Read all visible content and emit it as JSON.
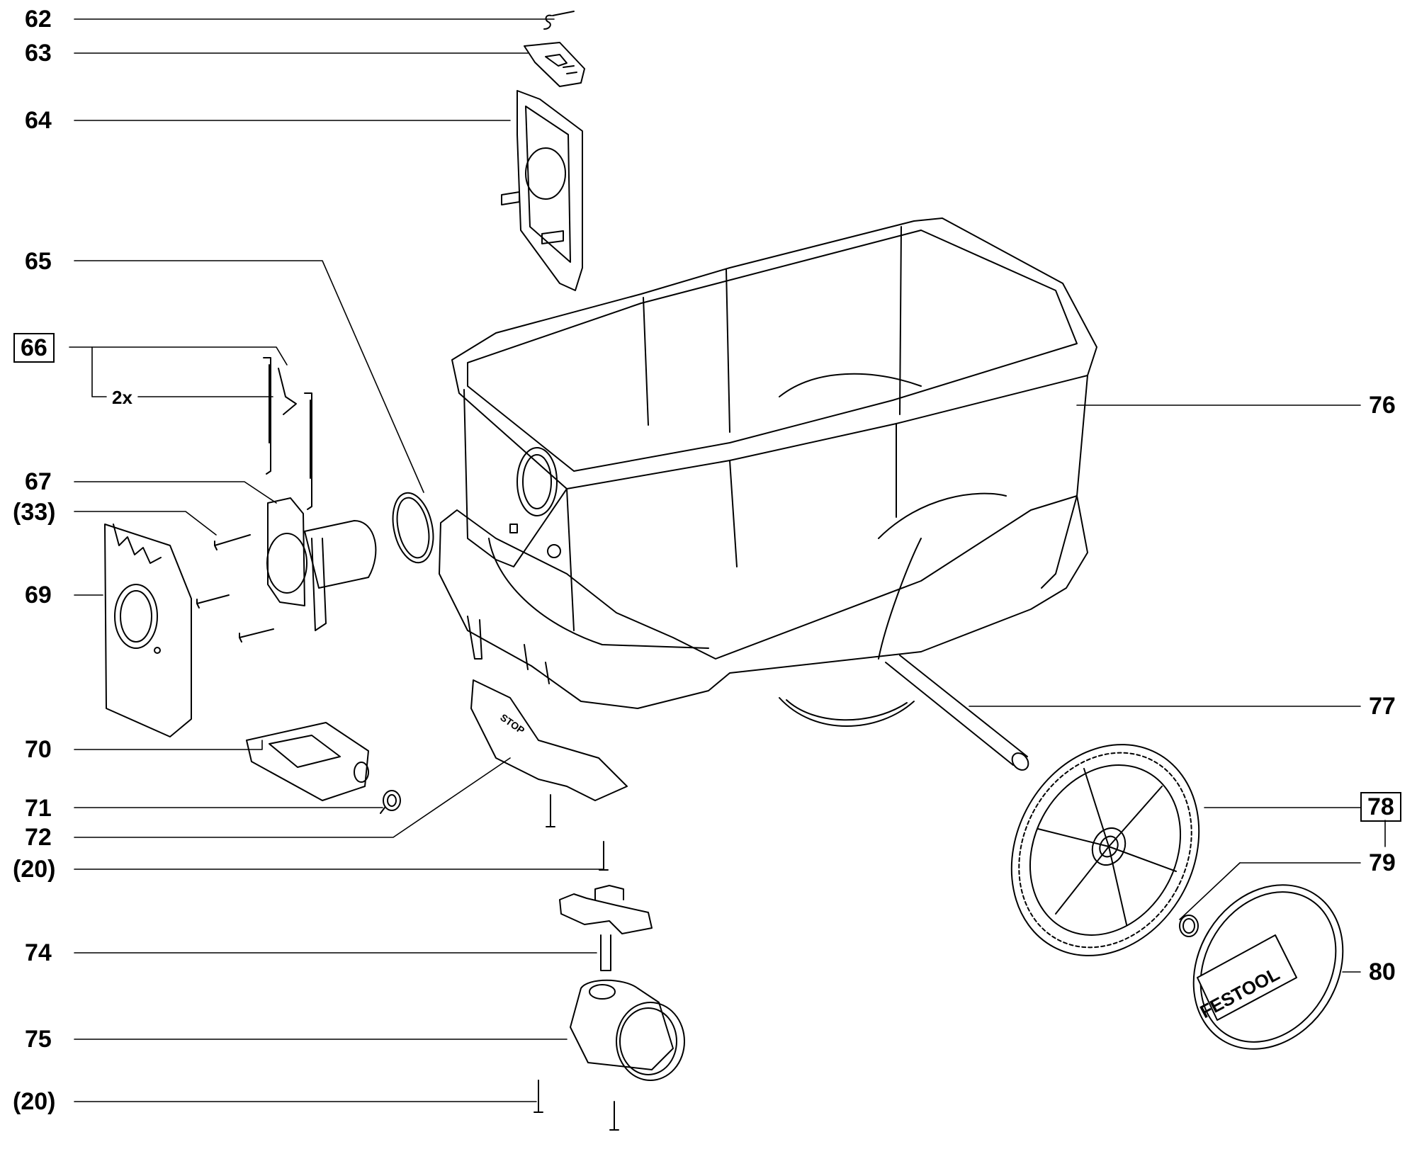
{
  "diagram": {
    "left_labels": [
      {
        "key": "p62",
        "text": "62"
      },
      {
        "key": "p63",
        "text": "63"
      },
      {
        "key": "p64",
        "text": "64"
      },
      {
        "key": "p65",
        "text": "65"
      },
      {
        "key": "p66",
        "text": "66"
      },
      {
        "key": "p66qty",
        "text": "2x"
      },
      {
        "key": "p67",
        "text": "67"
      },
      {
        "key": "p33",
        "text": "(33)"
      },
      {
        "key": "p69",
        "text": "69"
      },
      {
        "key": "p70",
        "text": "70"
      },
      {
        "key": "p71",
        "text": "71"
      },
      {
        "key": "p72",
        "text": "72"
      },
      {
        "key": "p20a",
        "text": "(20)"
      },
      {
        "key": "p74",
        "text": "74"
      },
      {
        "key": "p75",
        "text": "75"
      },
      {
        "key": "p20b",
        "text": "(20)"
      }
    ],
    "right_labels": [
      {
        "key": "p76",
        "text": "76"
      },
      {
        "key": "p77",
        "text": "77"
      },
      {
        "key": "p78",
        "text": "78"
      },
      {
        "key": "p79",
        "text": "79"
      },
      {
        "key": "p80",
        "text": "80"
      }
    ],
    "parts_text": {
      "hubcap_brand": "FESTOOL",
      "foot_marking": "STOP"
    }
  }
}
